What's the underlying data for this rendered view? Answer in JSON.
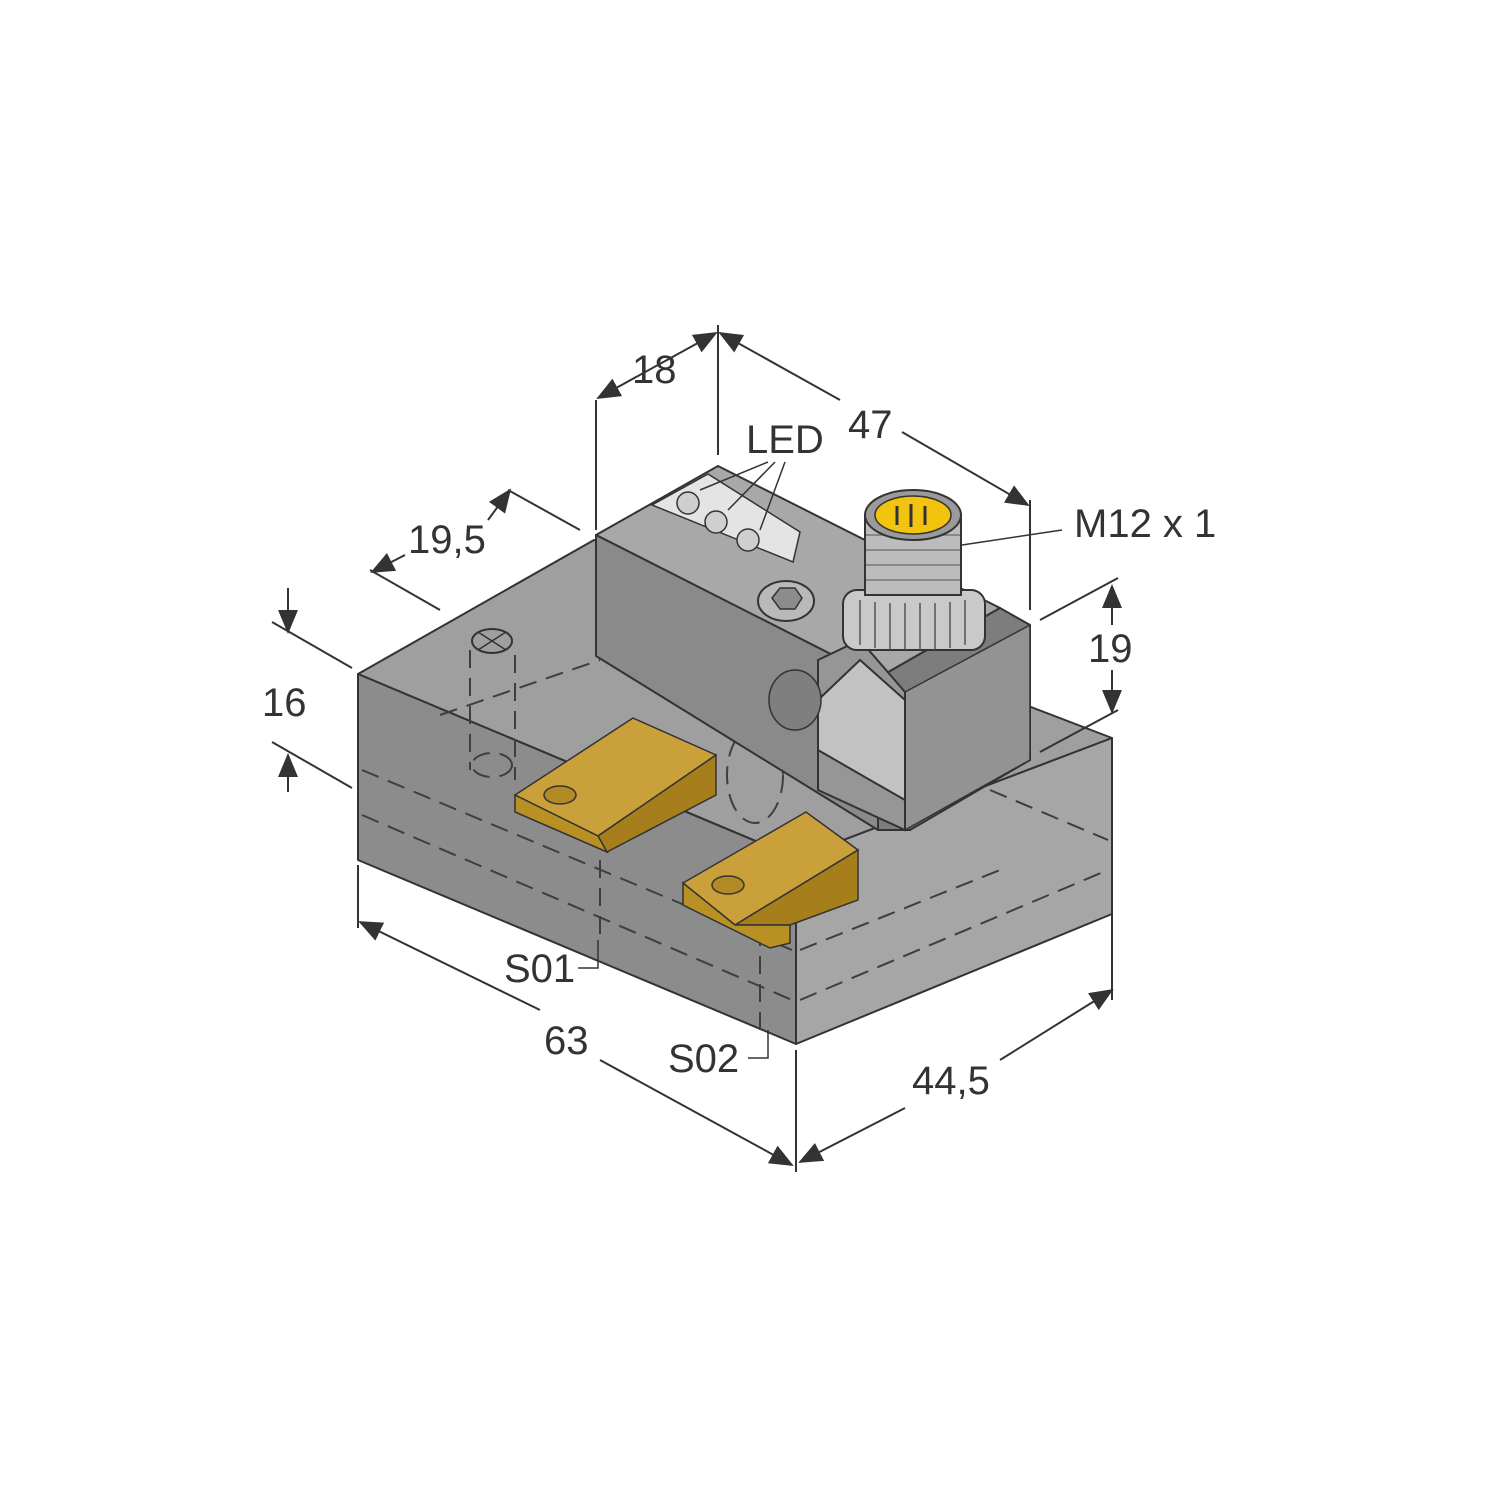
{
  "labels": {
    "depth_top": "18",
    "length_top": "47",
    "led": "LED",
    "connector": "M12 x 1",
    "offset": "19,5",
    "height_left": "16",
    "height_right": "19",
    "length_base": "63",
    "width_base": "44,5",
    "sensor_1": "S01",
    "sensor_2": "S02"
  },
  "colors": {
    "body_front": "#8c8c8c",
    "body_top": "#9f9f9f",
    "body_side": "#a6a6a6",
    "housing_front": "#8a8a8a",
    "housing_top": "#a8a8a8",
    "housing_side": "#7d7d7d",
    "led_strip": "#e4e4e4",
    "sensor_gold": "#c39a2e",
    "sensor_gold_dark": "#a67e1c",
    "connector_yellow": "#f2c40f",
    "connector_metal": "#bcbcbc"
  }
}
